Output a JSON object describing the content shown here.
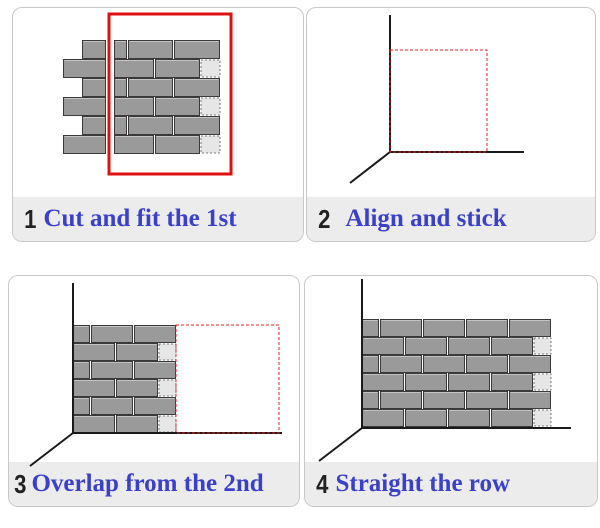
{
  "steps": [
    {
      "number": "1",
      "label": "Cut and fit the 1st"
    },
    {
      "number": "2",
      "label": "Align and stick"
    },
    {
      "number": "3",
      "label": "Overlap from the 2nd"
    },
    {
      "number": "4",
      "label": "Straight the row"
    }
  ],
  "colors": {
    "brick": "#9a9a9a",
    "cut_piece": "#e6e6e6",
    "guide": "#e02020",
    "caption_text": "#3b40c8",
    "caption_band": "#ececec"
  }
}
